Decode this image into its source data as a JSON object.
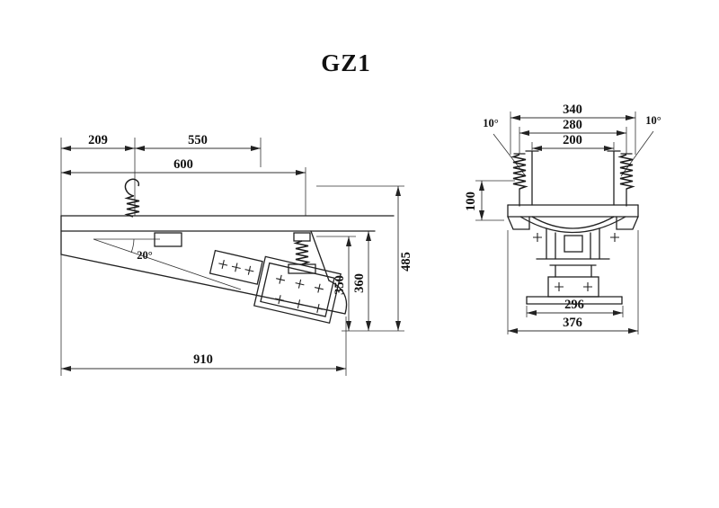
{
  "title": "GZ1",
  "side_view": {
    "dims": {
      "d209": "209",
      "d550": "550",
      "d600": "600",
      "d910": "910",
      "d485": "485",
      "d360": "360",
      "d350": "350"
    },
    "angle": "20°"
  },
  "front_view": {
    "dims": {
      "d340": "340",
      "d280": "280",
      "d200": "200",
      "d100": "100",
      "d296": "296",
      "d376": "376"
    },
    "angle_left": "10°",
    "angle_right": "10°"
  },
  "colors": {
    "line": "#222222",
    "background": "#ffffff"
  }
}
